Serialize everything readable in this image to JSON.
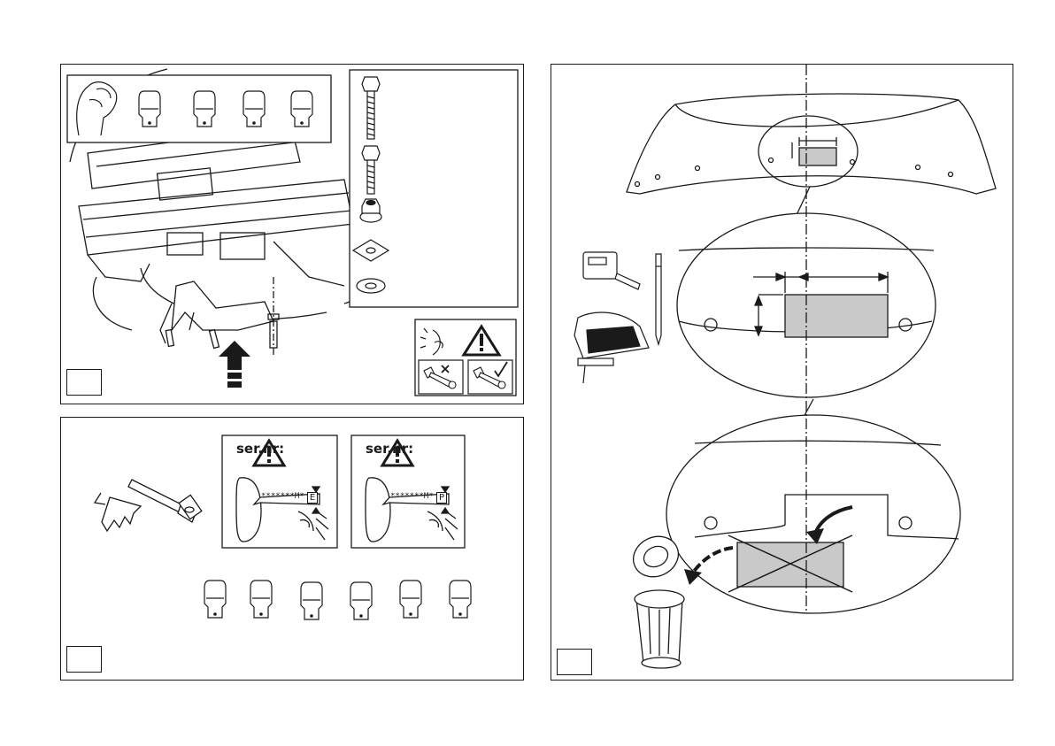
{
  "colors": {
    "line": "#1a1a1a",
    "cutout_fill": "#c9c9c9",
    "background": "#ffffff"
  },
  "panel_1": {
    "step_number": "",
    "icons": [
      "hand-icon",
      "socket-icon",
      "bolt-icon",
      "flange-nut-icon",
      "square-washer-icon",
      "round-washer-icon",
      "eye-icon",
      "warning-icon",
      "wrong-bolt-icon",
      "correct-bolt-icon",
      "up-arrow-icon"
    ]
  },
  "panel_2": {
    "step_number": "",
    "serial_labels": [
      {
        "title": "ser.nr:",
        "code": "*******M*",
        "letter": "E"
      },
      {
        "title": "ser.nr:",
        "code": "*******M*",
        "letter": "P"
      }
    ],
    "icons": [
      "ratchet-wrench-icon",
      "warning-icon",
      "eye-icon",
      "socket-icon"
    ]
  },
  "panel_3": {
    "step_number": "",
    "icons": [
      "tape-measure-icon",
      "pencil-icon",
      "jigsaw-icon",
      "trash-bin-icon",
      "curved-arrow-icon"
    ]
  }
}
